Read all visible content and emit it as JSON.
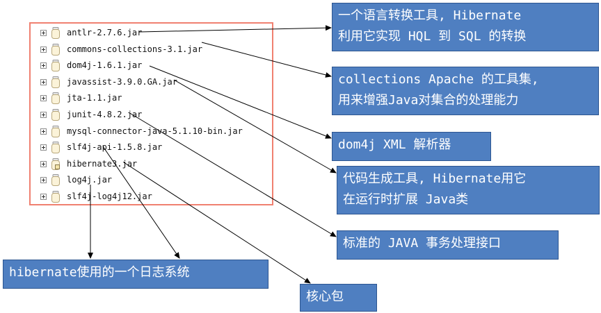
{
  "jars": [
    {
      "label": "antlr-2.7.6.jar",
      "icon": "jar-icon"
    },
    {
      "label": "commons-collections-3.1.jar",
      "icon": "jar-icon"
    },
    {
      "label": "dom4j-1.6.1.jar",
      "icon": "jar-icon"
    },
    {
      "label": "javassist-3.9.0.GA.jar",
      "icon": "jar-icon"
    },
    {
      "label": "jta-1.1.jar",
      "icon": "jar-icon"
    },
    {
      "label": "junit-4.8.2.jar",
      "icon": "jar-icon"
    },
    {
      "label": "mysql-connector-java-5.1.10-bin.jar",
      "icon": "jar-icon"
    },
    {
      "label": "slf4j-api-1.5.8.jar",
      "icon": "jar-icon"
    },
    {
      "label": "hibernate3.jar",
      "icon": "jar-locked-icon"
    },
    {
      "label": "log4j.jar",
      "icon": "jar-icon"
    },
    {
      "label": "slf4j-log4j12.jar",
      "icon": "jar-icon"
    }
  ],
  "callouts": {
    "antlr": {
      "lines": [
        "一个语言转换工具, Hibernate",
        "利用它实现 HQL 到 SQL 的转换"
      ]
    },
    "collections": {
      "lines": [
        "collections Apache 的工具集,",
        "用来增强Java对集合的处理能力"
      ]
    },
    "dom4j": {
      "lines": [
        "dom4j XML 解析器"
      ]
    },
    "javassist": {
      "lines": [
        "代码生成工具, Hibernate用它",
        "在运行时扩展 Java类"
      ]
    },
    "jta": {
      "lines": [
        "标准的 JAVA 事务处理接口"
      ]
    },
    "logging": {
      "lines": [
        "hibernate使用的一个日志系统"
      ]
    },
    "core": {
      "lines": [
        "核心包"
      ]
    }
  },
  "colors": {
    "callout_fill": "#4f7fc1",
    "panel_border": "#f08070",
    "arrow": "#000000"
  }
}
